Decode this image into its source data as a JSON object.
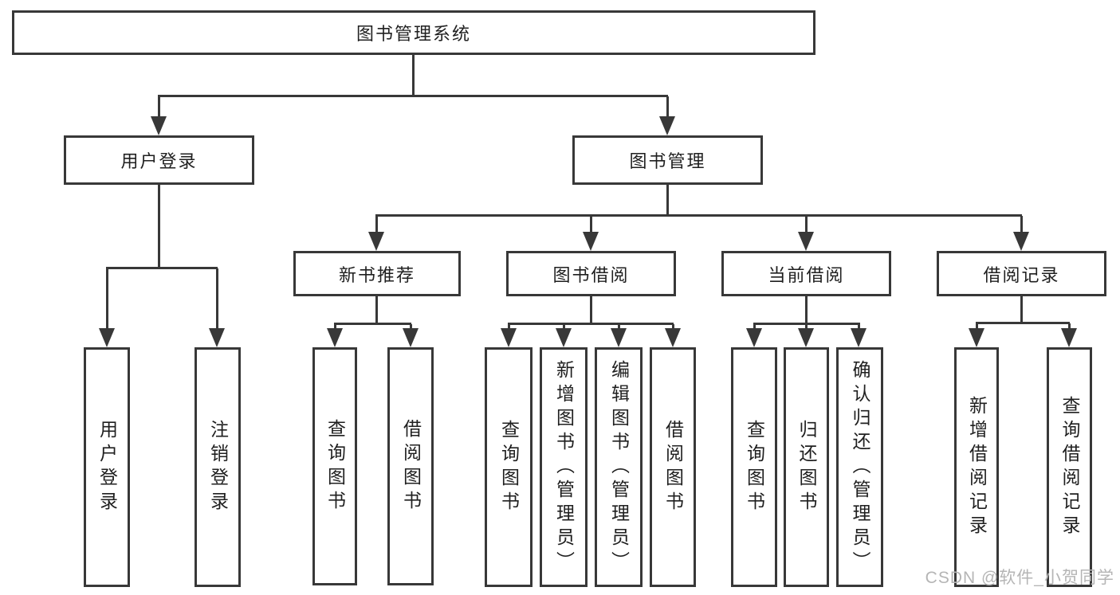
{
  "diagram_type": "hierarchy-tree",
  "colors": {
    "line": "#383838",
    "box_border": "#383838",
    "box_fill": "#ffffff",
    "text": "#1f1f1f",
    "background": "#ffffff",
    "watermark": "#b5b5b5"
  },
  "tree": {
    "root": {
      "label": "图书管理系统"
    },
    "children": [
      {
        "label": "用户登录",
        "children": [
          {
            "label": "用户登录"
          },
          {
            "label": "注销登录"
          }
        ]
      },
      {
        "label": "图书管理",
        "children": [
          {
            "label": "新书推荐",
            "children": [
              {
                "label": "查询图书"
              },
              {
                "label": "借阅图书"
              }
            ]
          },
          {
            "label": "图书借阅",
            "children": [
              {
                "label": "查询图书"
              },
              {
                "label": "新增图书（管理员）"
              },
              {
                "label": "编辑图书（管理员）"
              },
              {
                "label": "借阅图书"
              }
            ]
          },
          {
            "label": "当前借阅",
            "children": [
              {
                "label": "查询图书"
              },
              {
                "label": "归还图书"
              },
              {
                "label": "确认归还（管理员）"
              }
            ]
          },
          {
            "label": "借阅记录",
            "children": [
              {
                "label": "新增借阅记录"
              },
              {
                "label": "查询借阅记录"
              }
            ]
          }
        ]
      }
    ]
  },
  "watermark": {
    "text": "CSDN @软件_小贺同学"
  }
}
